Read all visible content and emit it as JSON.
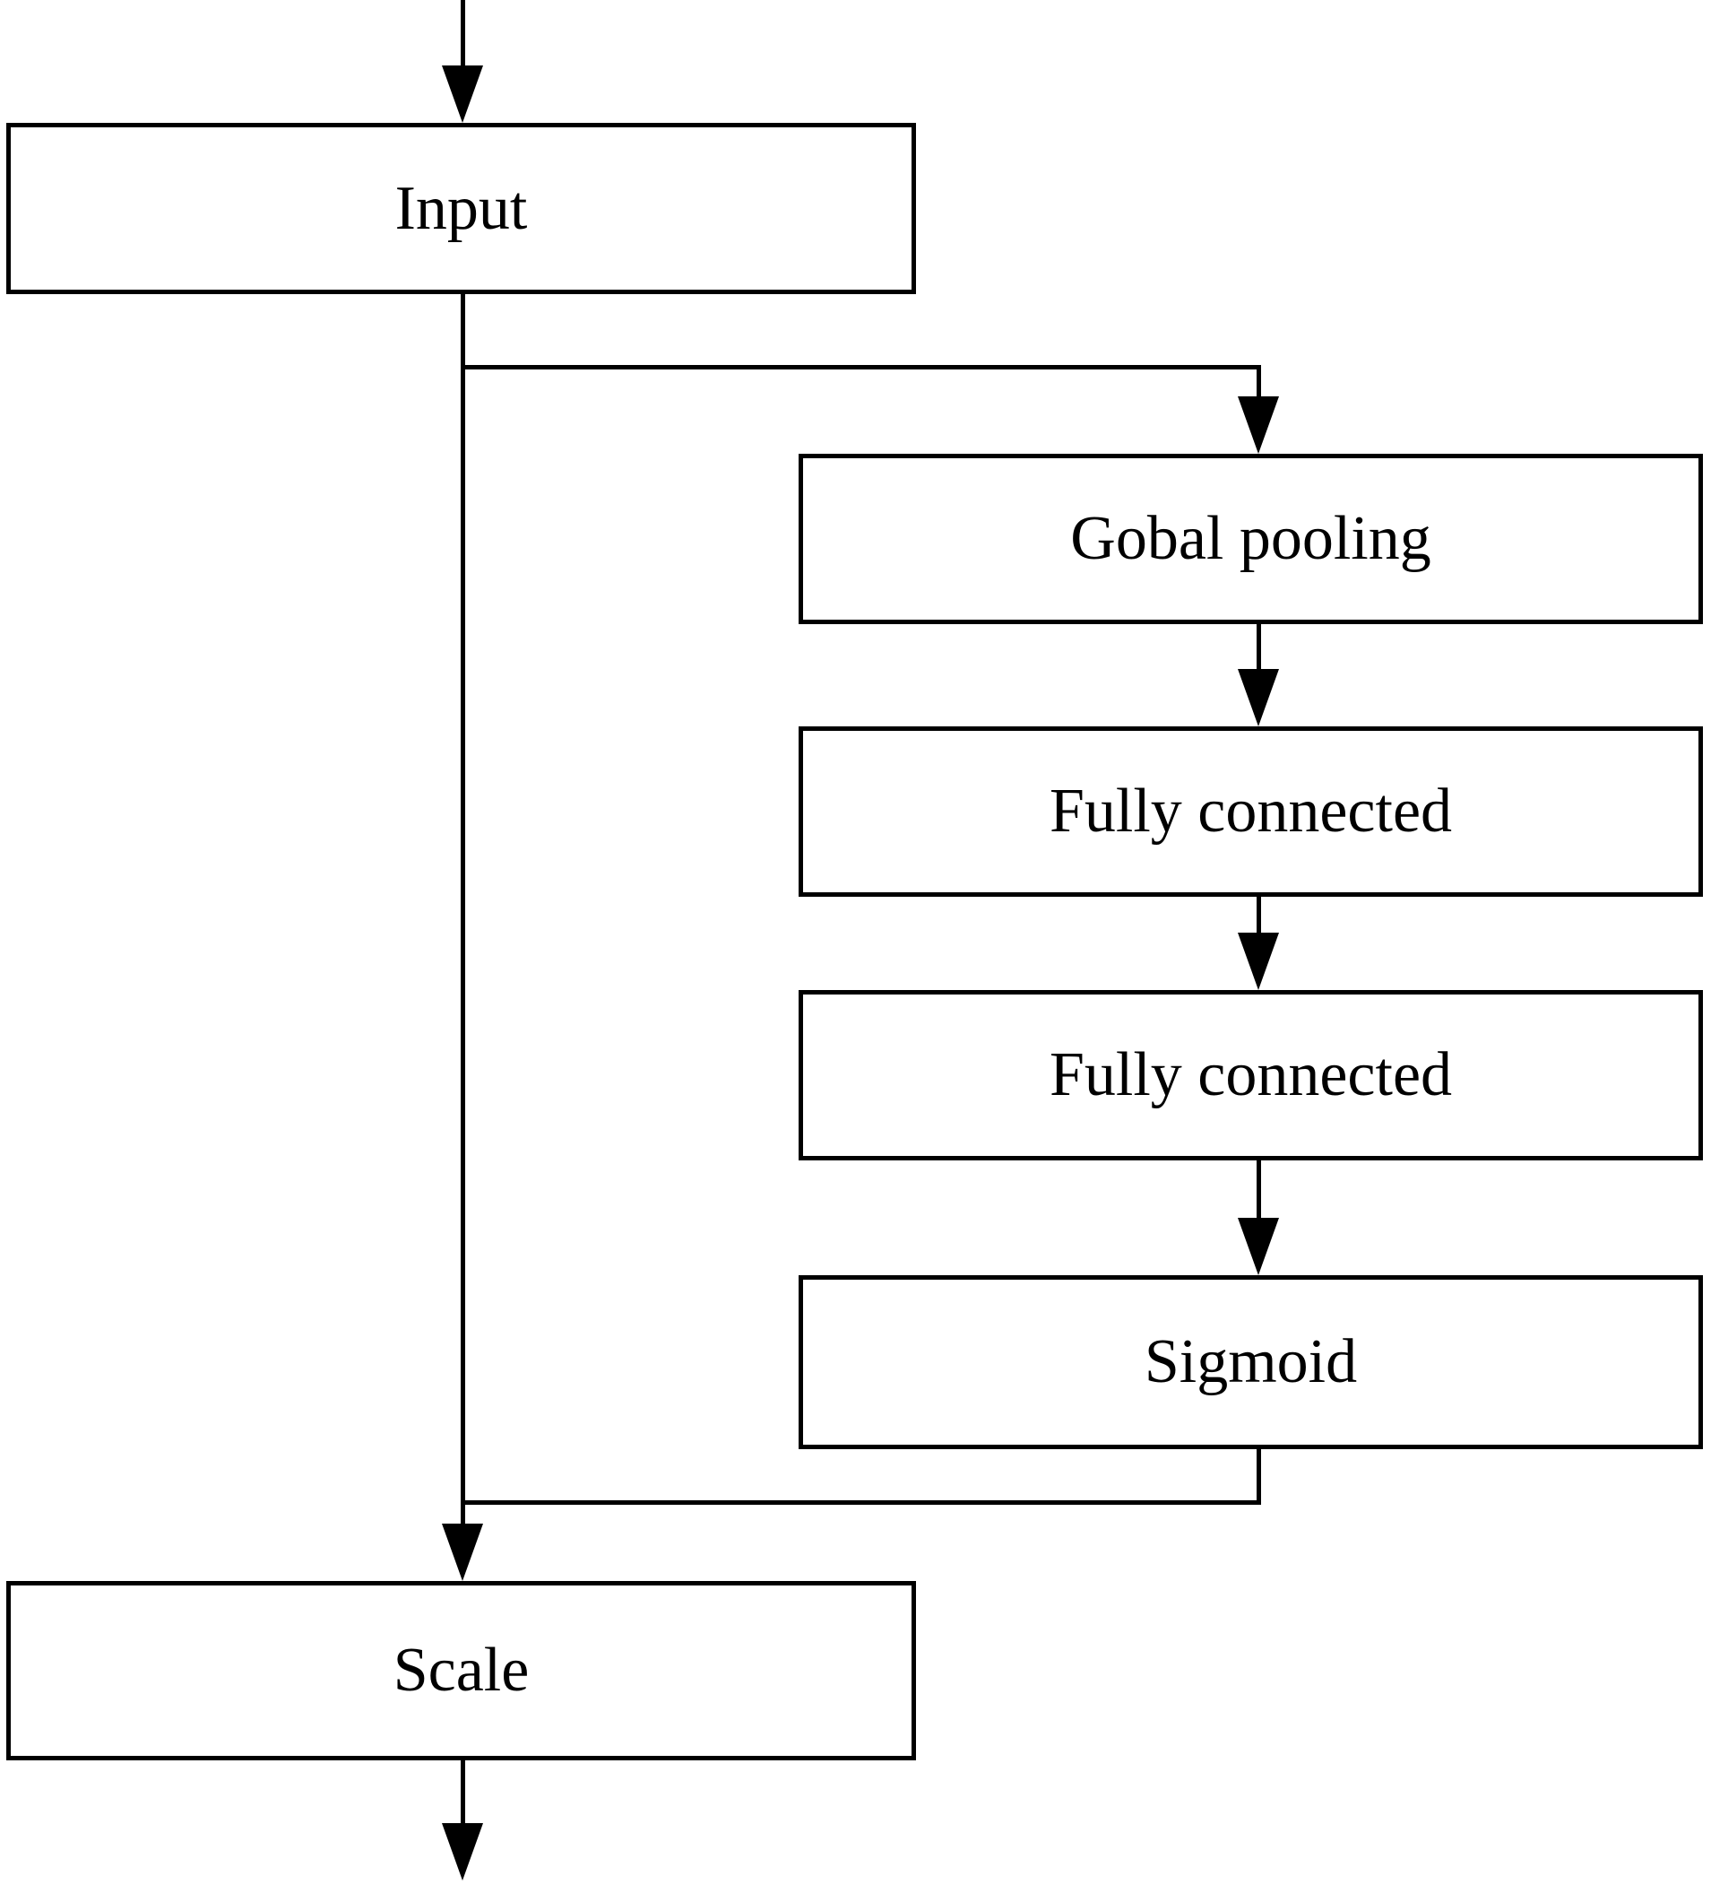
{
  "diagram": {
    "type": "flowchart",
    "nodes": {
      "input": {
        "label": "Input"
      },
      "global_pooling": {
        "label": "Gobal pooling"
      },
      "fully_connected_1": {
        "label": "Fully connected"
      },
      "fully_connected_2": {
        "label": "Fully connected"
      },
      "sigmoid": {
        "label": "Sigmoid"
      },
      "scale": {
        "label": "Scale"
      }
    },
    "edges": [
      {
        "from": "top",
        "to": "input",
        "arrow": true
      },
      {
        "from": "input",
        "to": "global_pooling",
        "arrow": true
      },
      {
        "from": "global_pooling",
        "to": "fully_connected_1",
        "arrow": true
      },
      {
        "from": "fully_connected_1",
        "to": "fully_connected_2",
        "arrow": true
      },
      {
        "from": "fully_connected_2",
        "to": "sigmoid",
        "arrow": true
      },
      {
        "from": "sigmoid",
        "to": "scale",
        "arrow": true
      },
      {
        "from": "input",
        "to": "scale",
        "arrow": true
      },
      {
        "from": "scale",
        "to": "bottom",
        "arrow": true
      }
    ],
    "colors": {
      "line": "#000000",
      "box_border": "#000000",
      "box_fill": "#ffffff",
      "text": "#000000",
      "background": "#ffffff"
    }
  }
}
